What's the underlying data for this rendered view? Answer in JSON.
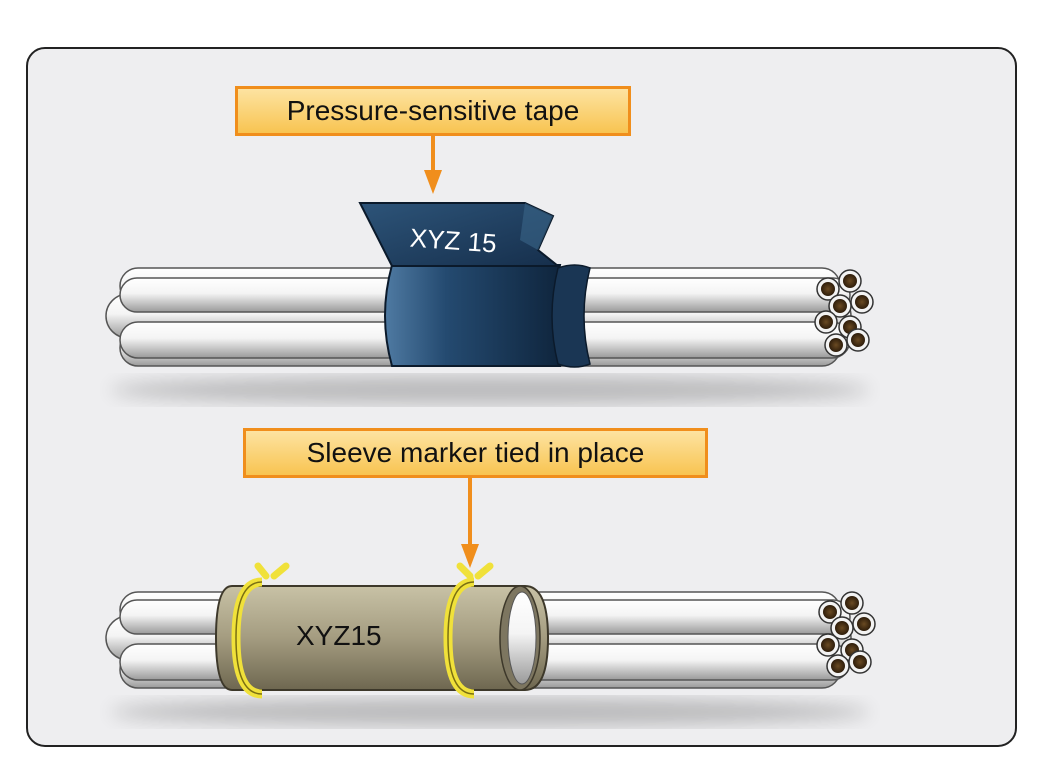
{
  "callouts": {
    "tape": "Pressure-sensitive tape",
    "sleeve": "Sleeve marker tied in place"
  },
  "markers": {
    "tape_text": "XYZ 15",
    "sleeve_text": "XYZ15"
  },
  "colors": {
    "panel_bg": "#eeeef0",
    "panel_border": "#222222",
    "callout_fill": "#fbd47a",
    "callout_border": "#f08e1c",
    "arrow": "#f08e1c",
    "tape": "#1e3d5e",
    "sleeve": "#9b9479",
    "tie": "#f0e13a"
  }
}
